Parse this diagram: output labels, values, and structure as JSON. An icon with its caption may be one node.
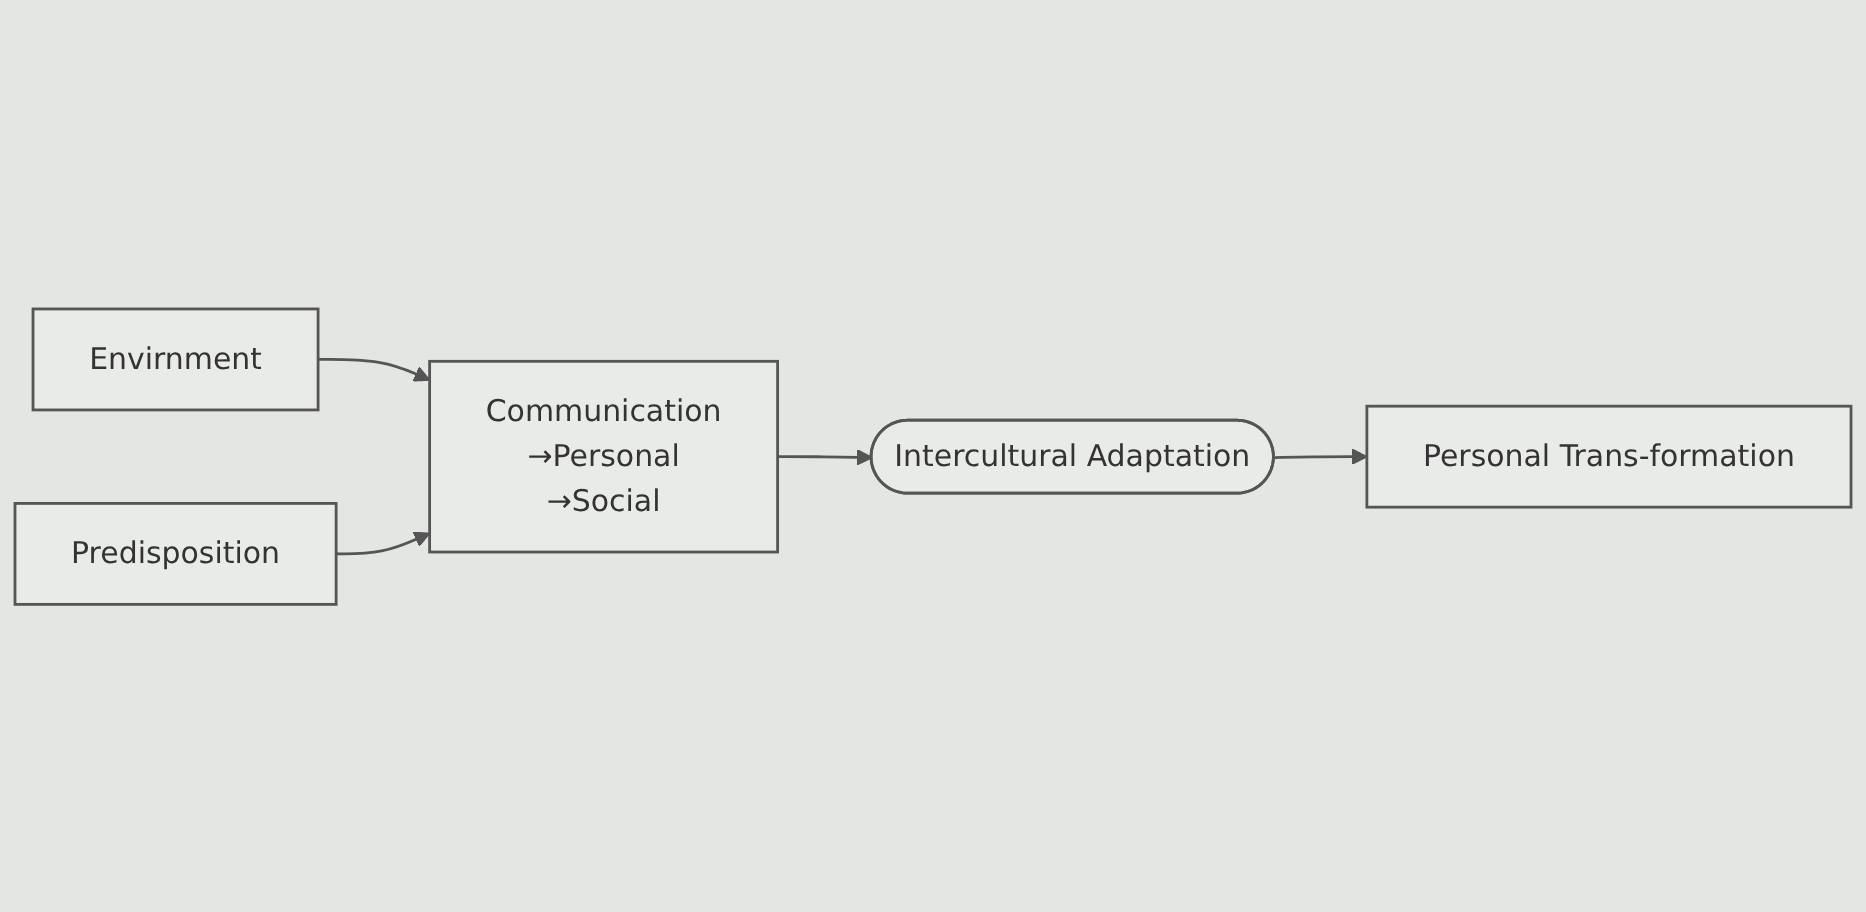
{
  "diagram": {
    "nodes": [
      {
        "text": [
          "Envirnment"
        ]
      },
      {
        "text": [
          "Predisposition"
        ]
      },
      {
        "text": [
          "Communication",
          "→Personal",
          "→Social"
        ]
      },
      {
        "text": [
          "Intercultural Adaptation"
        ]
      },
      {
        "text": [
          "Personal Trans-formation"
        ]
      }
    ],
    "edges": [
      {
        "from": 0,
        "to": 2,
        "arrow": "to"
      },
      {
        "from": 1,
        "to": 2,
        "arrow": "to"
      },
      {
        "from": 2,
        "to": 3,
        "arrow": "to"
      },
      {
        "from": 3,
        "to": 4,
        "arrow": "to"
      }
    ]
  }
}
